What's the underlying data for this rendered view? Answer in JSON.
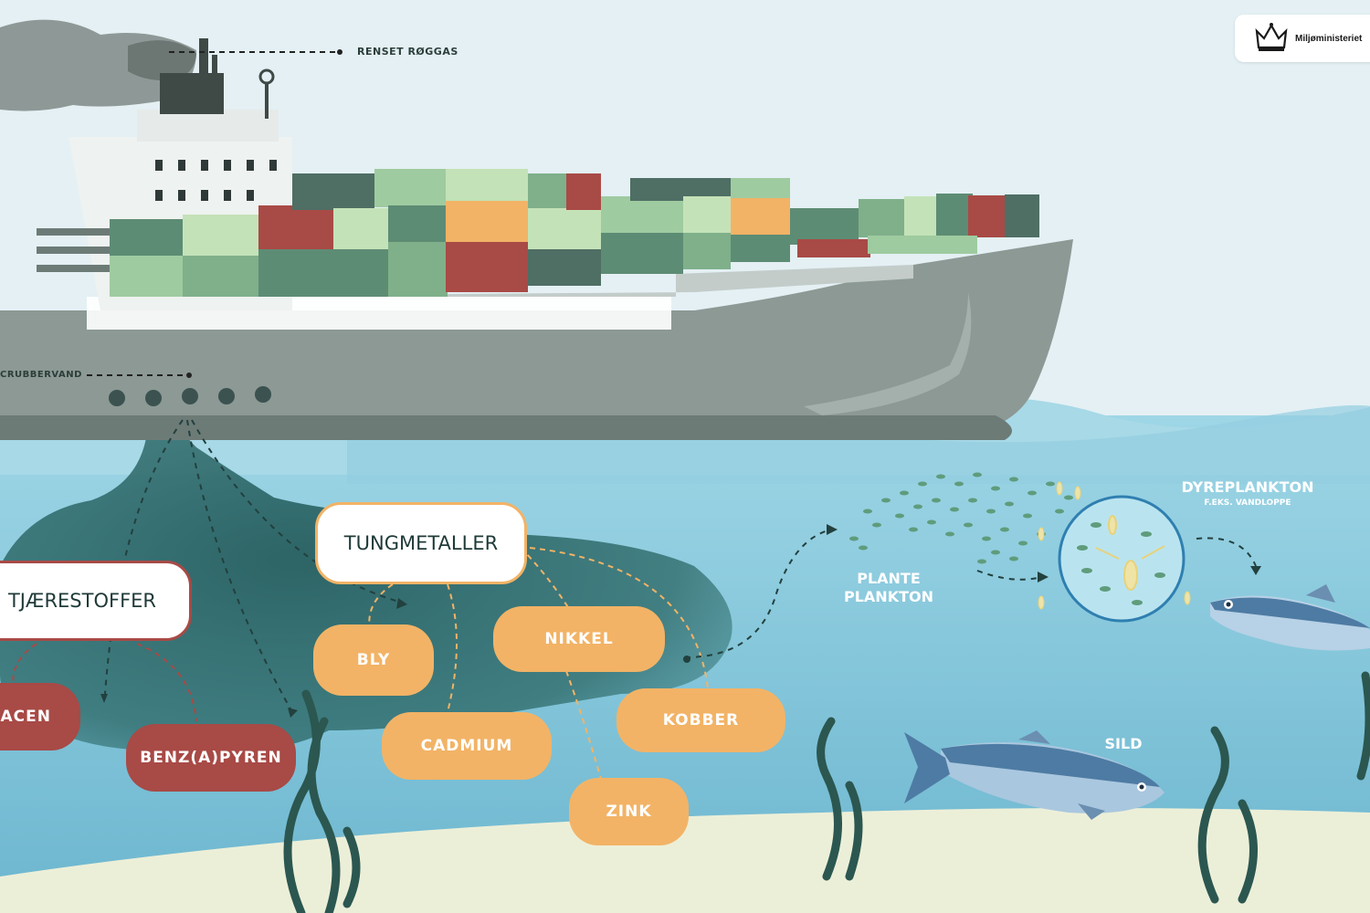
{
  "labels": {
    "exhaust": "RENSET RØGGAS",
    "scrubber": "CRUBBERVAND",
    "plant_plankton_1": "PLANTE",
    "plant_plankton_2": "PLANKTON",
    "zooplankton": "DYREPLANKTON",
    "zooplankton_sub": "F.EKS. VANDLOPPE",
    "herring": "SILD"
  },
  "heavy_metals": {
    "title": "TUNGMETALLER",
    "items": [
      "BLY",
      "NIKKEL",
      "CADMIUM",
      "KOBBER",
      "ZINK"
    ]
  },
  "tar": {
    "title": "TJÆRESTOFFER",
    "items": [
      "RACEN",
      "BENZ(A)PYREN"
    ]
  },
  "logo": {
    "text": "Miljøministeriet",
    "icon": "crown-icon"
  },
  "colors": {
    "sky": "#e4f0f4",
    "sea": "#8ecfe0",
    "deep_sea": "#66b3cb",
    "pollution": "#2e6a6a",
    "hull": "#8c9994",
    "metal_pill": "#f2b366",
    "tar_pill": "#a84a46",
    "seaweed": "#2b5750",
    "sand": "#ecefd8"
  }
}
